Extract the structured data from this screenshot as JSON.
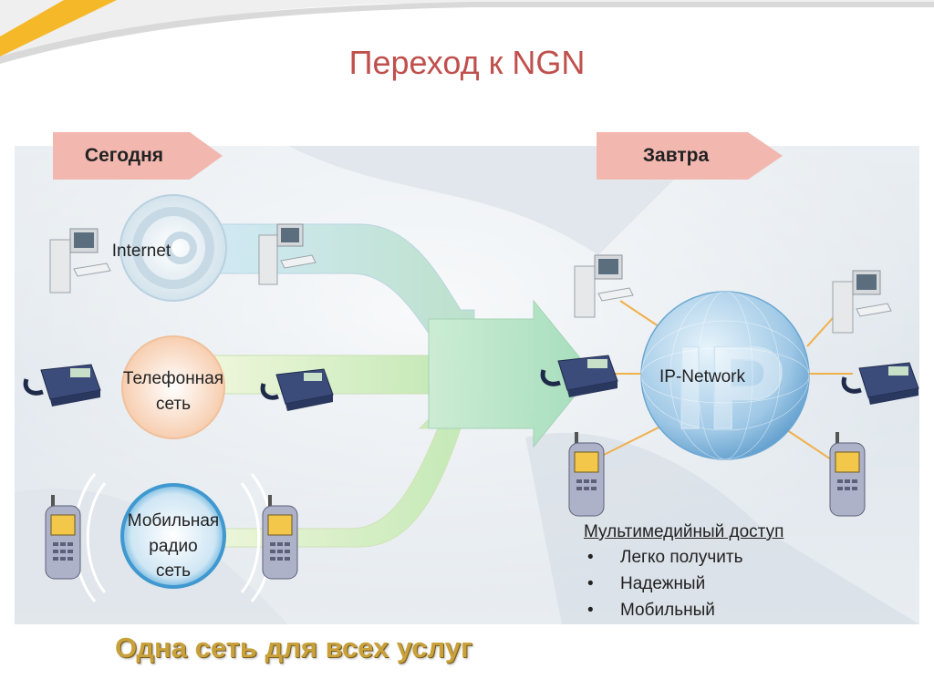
{
  "title": "Переход к NGN",
  "today_label": "Сегодня",
  "tomorrow_label": "Завтра",
  "internet_label": "Internet",
  "phone_net_line1": "Телефонная",
  "phone_net_line2": "сеть",
  "mobile_net_line1": "Мобильная",
  "mobile_net_line2": "радио",
  "mobile_net_line3": "сеть",
  "ip_network_label": "IP-Network",
  "ip_globe_letters": "IP",
  "multimedia": {
    "heading": "Мультимедийный доступ",
    "bullet": "•",
    "items": [
      "Легко получить",
      "Надежный",
      "Мобильный"
    ]
  },
  "slogan": "Одна сеть для всех услуг",
  "colors": {
    "title": "#c0504d",
    "tag_fill": "#f2b8b0",
    "slogan": "#c9a13b",
    "arrow_blue": "#a9d4ea",
    "arrow_green": "#c7ea9a",
    "link_line": "#f0b04a"
  }
}
